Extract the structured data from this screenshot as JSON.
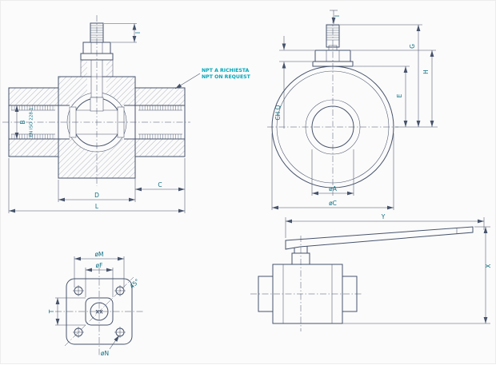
{
  "drawing": {
    "type": "ball-valve-technical-drawing",
    "colors": {
      "line": "#47536b",
      "label": "#0e6f83",
      "note": "#00a8ba",
      "background": "#fbfbfb"
    },
    "section": {
      "dim_b": "B",
      "thread_standard": "EN ISO 228-1",
      "dim_c": "C",
      "dim_d": "D",
      "dim_l": "L",
      "dim_i": "I",
      "note_line1": "NPT A RICHIESTA",
      "note_line2": "NPT ON REQUEST"
    },
    "front": {
      "dim_i": "I",
      "dim_g": "G",
      "dim_h": "H",
      "dim_e": "E",
      "dim_chq": "CH Q",
      "dim_a": "øA",
      "dim_c": "øC"
    },
    "flange": {
      "dim_m": "øM",
      "dim_f": "øF",
      "dim_n": "øN",
      "dim_t": "T",
      "dim_angle": "45°",
      "center_mark": "XX"
    },
    "side": {
      "dim_y": "Y",
      "dim_x": "X"
    }
  }
}
